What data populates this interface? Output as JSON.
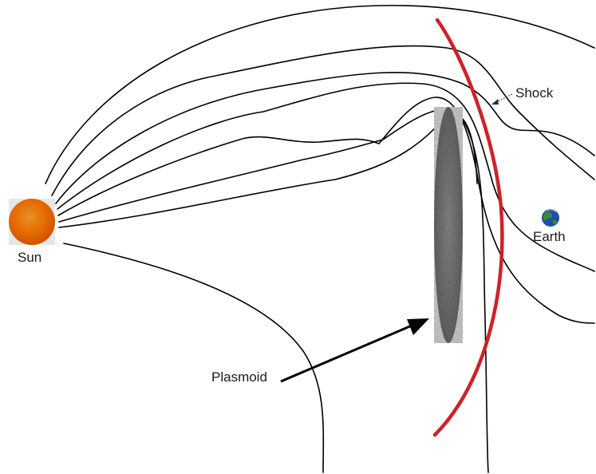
{
  "labels": {
    "sun": "Sun",
    "earth": "Earth",
    "shock": "Shock",
    "plasmoid": "Plasmoid"
  },
  "colors": {
    "shock_front": "#cc2229",
    "field_lines": "#000000",
    "sun_core": "#ff7a00",
    "sun_edge": "#e85a00",
    "plasmoid_fill": "#8c8c8c",
    "earth_ocean": "#1f4fa3",
    "earth_land": "#3a8a3a"
  },
  "icons": {
    "sun": "sun-icon",
    "earth": "earth-icon"
  }
}
